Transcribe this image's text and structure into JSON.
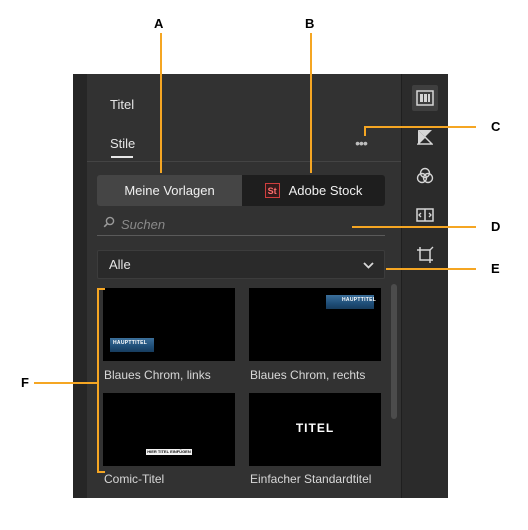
{
  "panel": {
    "nav": {
      "titel": "Titel",
      "stile": "Stile"
    },
    "more_label": "•••",
    "segments": {
      "mine": "Meine Vorlagen",
      "stock": "Adobe Stock",
      "stock_logo": "St"
    },
    "search": {
      "placeholder": "Suchen"
    },
    "filter": {
      "selected": "Alle"
    },
    "templates": [
      {
        "label": "Blaues Chrom, links",
        "overlay": "HAUPTTITEL"
      },
      {
        "label": "Blaues Chrom, rechts",
        "overlay": "HAUPTTITEL"
      },
      {
        "label": "Comic-Titel",
        "overlay": "HIER TITEL EINFÜGEN"
      },
      {
        "label": "Einfacher Standardtitel",
        "overlay": "TITEL"
      }
    ]
  },
  "toolbar": {
    "icons": [
      "titles-icon",
      "transitions-icon",
      "color-effects-icon",
      "adjust-icon",
      "crop-icon"
    ]
  },
  "callouts": {
    "a": "A",
    "b": "B",
    "c": "C",
    "d": "D",
    "e": "E",
    "f": "F"
  },
  "colors": {
    "callout_line": "#f5a623",
    "panel_bg": "#323232",
    "stock_red": "#cf3e3e",
    "thumb_blue": "#1f4e78"
  }
}
